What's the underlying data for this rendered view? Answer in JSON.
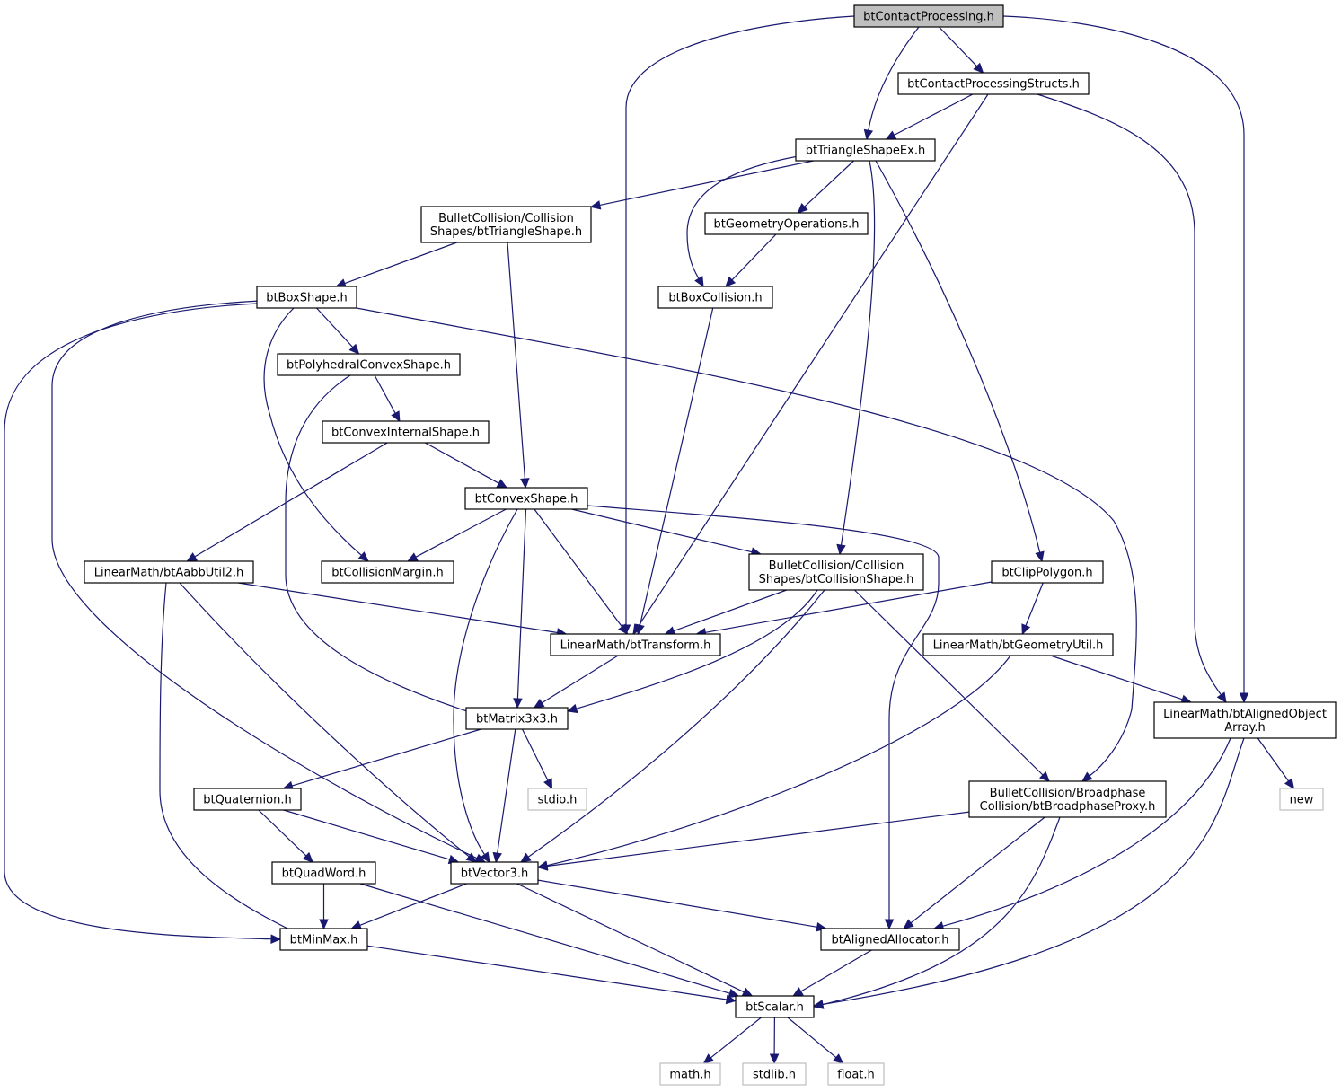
{
  "graph": {
    "nodes": [
      {
        "id": "root",
        "label": [
          "btContactProcessing.h"
        ],
        "style": "root"
      },
      {
        "id": "cps",
        "label": [
          "btContactProcessingStructs.h"
        ],
        "style": "normal"
      },
      {
        "id": "tri",
        "label": [
          "btTriangleShapeEx.h"
        ],
        "style": "normal"
      },
      {
        "id": "bcts",
        "label": [
          "BulletCollision/Collision",
          "Shapes/btTriangleShape.h"
        ],
        "style": "normal"
      },
      {
        "id": "geo",
        "label": [
          "btGeometryOperations.h"
        ],
        "style": "normal"
      },
      {
        "id": "box",
        "label": [
          "btBoxShape.h"
        ],
        "style": "normal"
      },
      {
        "id": "boxc",
        "label": [
          "btBoxCollision.h"
        ],
        "style": "normal"
      },
      {
        "id": "poly",
        "label": [
          "btPolyhedralConvexShape.h"
        ],
        "style": "normal"
      },
      {
        "id": "cint",
        "label": [
          "btConvexInternalShape.h"
        ],
        "style": "normal"
      },
      {
        "id": "cvx",
        "label": [
          "btConvexShape.h"
        ],
        "style": "normal"
      },
      {
        "id": "aabb",
        "label": [
          "LinearMath/btAabbUtil2.h"
        ],
        "style": "normal"
      },
      {
        "id": "cmar",
        "label": [
          "btCollisionMargin.h"
        ],
        "style": "normal"
      },
      {
        "id": "bccs",
        "label": [
          "BulletCollision/Collision",
          "Shapes/btCollisionShape.h"
        ],
        "style": "normal"
      },
      {
        "id": "clip",
        "label": [
          "btClipPolygon.h"
        ],
        "style": "normal"
      },
      {
        "id": "trans",
        "label": [
          "LinearMath/btTransform.h"
        ],
        "style": "normal"
      },
      {
        "id": "gutil",
        "label": [
          "LinearMath/btGeometryUtil.h"
        ],
        "style": "normal"
      },
      {
        "id": "aoa",
        "label": [
          "LinearMath/btAlignedObject",
          "Array.h"
        ],
        "style": "normal"
      },
      {
        "id": "mat",
        "label": [
          "btMatrix3x3.h"
        ],
        "style": "normal"
      },
      {
        "id": "stdio",
        "label": [
          "stdio.h"
        ],
        "style": "system"
      },
      {
        "id": "new",
        "label": [
          "new"
        ],
        "style": "system"
      },
      {
        "id": "quat",
        "label": [
          "btQuaternion.h"
        ],
        "style": "normal"
      },
      {
        "id": "bcbp",
        "label": [
          "BulletCollision/Broadphase",
          "Collision/btBroadphaseProxy.h"
        ],
        "style": "normal"
      },
      {
        "id": "qw",
        "label": [
          "btQuadWord.h"
        ],
        "style": "normal"
      },
      {
        "id": "vec",
        "label": [
          "btVector3.h"
        ],
        "style": "normal"
      },
      {
        "id": "mm",
        "label": [
          "btMinMax.h"
        ],
        "style": "normal"
      },
      {
        "id": "alloc",
        "label": [
          "btAlignedAllocator.h"
        ],
        "style": "normal"
      },
      {
        "id": "scalar",
        "label": [
          "btScalar.h"
        ],
        "style": "normal"
      },
      {
        "id": "math",
        "label": [
          "math.h"
        ],
        "style": "system"
      },
      {
        "id": "stdlib",
        "label": [
          "stdlib.h"
        ],
        "style": "system"
      },
      {
        "id": "float",
        "label": [
          "float.h"
        ],
        "style": "system"
      }
    ],
    "edges": [
      [
        "root",
        "cps"
      ],
      [
        "root",
        "tri"
      ],
      [
        "root",
        "trans"
      ],
      [
        "root",
        "aoa"
      ],
      [
        "cps",
        "tri"
      ],
      [
        "cps",
        "trans"
      ],
      [
        "cps",
        "aoa"
      ],
      [
        "tri",
        "bcts"
      ],
      [
        "tri",
        "geo"
      ],
      [
        "tri",
        "boxc"
      ],
      [
        "tri",
        "bccs"
      ],
      [
        "tri",
        "clip"
      ],
      [
        "bcts",
        "box"
      ],
      [
        "bcts",
        "cvx"
      ],
      [
        "geo",
        "boxc"
      ],
      [
        "boxc",
        "trans"
      ],
      [
        "box",
        "poly"
      ],
      [
        "box",
        "cmar"
      ],
      [
        "box",
        "vec"
      ],
      [
        "box",
        "mm"
      ],
      [
        "box",
        "bcbp"
      ],
      [
        "poly",
        "cint"
      ],
      [
        "poly",
        "mat"
      ],
      [
        "cint",
        "cvx"
      ],
      [
        "cint",
        "aabb"
      ],
      [
        "cvx",
        "cmar"
      ],
      [
        "cvx",
        "trans"
      ],
      [
        "cvx",
        "mat"
      ],
      [
        "cvx",
        "vec"
      ],
      [
        "cvx",
        "bccs"
      ],
      [
        "cvx",
        "alloc"
      ],
      [
        "aabb",
        "trans"
      ],
      [
        "aabb",
        "vec"
      ],
      [
        "aabb",
        "mm"
      ],
      [
        "bccs",
        "trans"
      ],
      [
        "bccs",
        "mat"
      ],
      [
        "bccs",
        "vec"
      ],
      [
        "bccs",
        "bcbp"
      ],
      [
        "clip",
        "trans"
      ],
      [
        "clip",
        "gutil"
      ],
      [
        "trans",
        "mat"
      ],
      [
        "gutil",
        "aoa"
      ],
      [
        "gutil",
        "vec"
      ],
      [
        "aoa",
        "new"
      ],
      [
        "aoa",
        "alloc"
      ],
      [
        "aoa",
        "scalar"
      ],
      [
        "mat",
        "quat"
      ],
      [
        "mat",
        "stdio"
      ],
      [
        "mat",
        "vec"
      ],
      [
        "quat",
        "qw"
      ],
      [
        "quat",
        "vec"
      ],
      [
        "bcbp",
        "vec"
      ],
      [
        "bcbp",
        "alloc"
      ],
      [
        "bcbp",
        "scalar"
      ],
      [
        "qw",
        "mm"
      ],
      [
        "qw",
        "scalar"
      ],
      [
        "vec",
        "mm"
      ],
      [
        "vec",
        "alloc"
      ],
      [
        "vec",
        "scalar"
      ],
      [
        "mm",
        "scalar"
      ],
      [
        "alloc",
        "scalar"
      ],
      [
        "scalar",
        "math"
      ],
      [
        "scalar",
        "stdlib"
      ],
      [
        "scalar",
        "float"
      ]
    ]
  }
}
